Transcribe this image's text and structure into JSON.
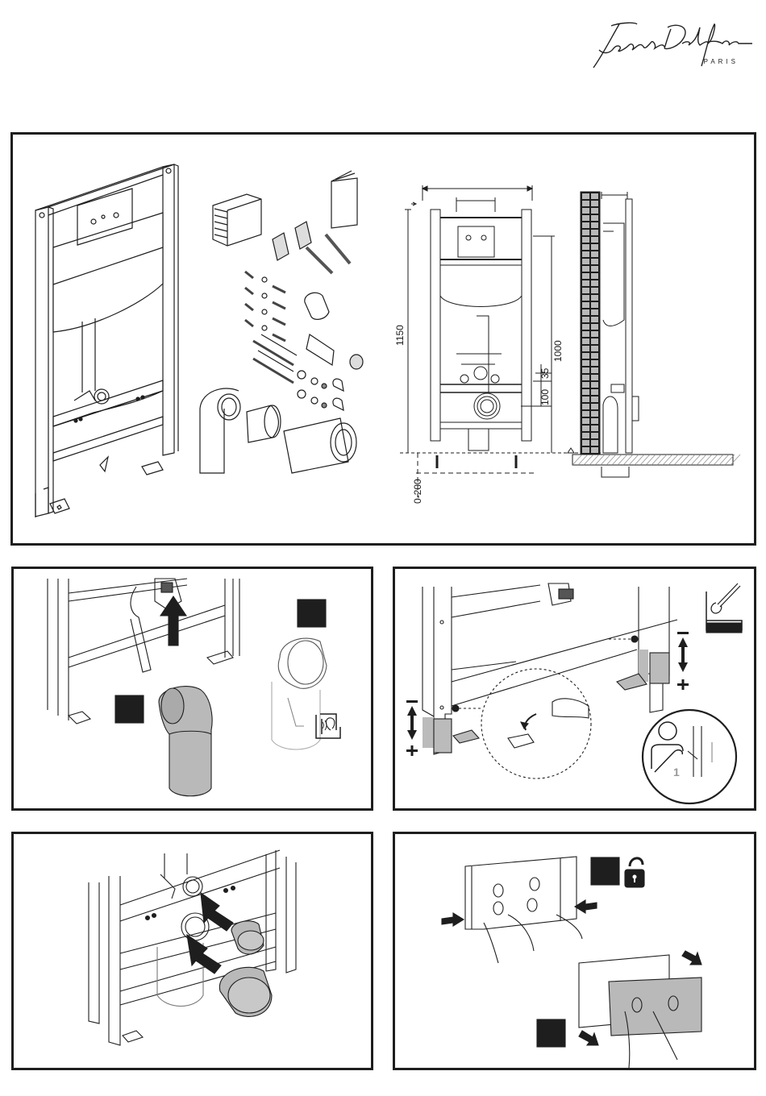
{
  "brand": {
    "name": "Jacob Delafon",
    "subtitle": "PARIS",
    "icon": "signature-logo"
  },
  "overview_panel": {
    "title": "product-overview",
    "views": [
      "frame-perspective",
      "parts-kit",
      "front-elevation",
      "side-section"
    ],
    "parts": [
      {
        "icon": "cistern-box"
      },
      {
        "icon": "manual-booklet"
      },
      {
        "icon": "wall-bracket",
        "count": 2
      },
      {
        "icon": "anchor-bolt-long",
        "count": 2
      },
      {
        "icon": "threaded-stud-short",
        "count": 4
      },
      {
        "icon": "washer",
        "count": 4
      },
      {
        "icon": "screw",
        "count": 4
      },
      {
        "icon": "connector-cap"
      },
      {
        "icon": "pipe-sleeve"
      },
      {
        "icon": "threaded-ring"
      },
      {
        "icon": "threaded-rod",
        "count": 2
      },
      {
        "icon": "pin-rod",
        "count": 2
      },
      {
        "icon": "nut-washer-cap",
        "count": 2
      },
      {
        "icon": "elbow-pipe"
      },
      {
        "icon": "reducer-collar"
      },
      {
        "icon": "outlet-pipe"
      }
    ],
    "dimensions": {
      "frame_height": "1150",
      "flush_height": "1000",
      "drain_offset_upper": "35",
      "drain_offset_lower": "100",
      "floor_adjust": "0-200"
    }
  },
  "steps": [
    {
      "id": "step-connect-elbow",
      "markers": 2,
      "icons": [
        "arrow-up-icon",
        "ear-click-icon"
      ]
    },
    {
      "id": "step-adjust-height",
      "markers": 0,
      "icons": [
        "wrench-icon",
        "minus-plus-arrow-icon",
        "installer-icon"
      ],
      "installer_count": "1",
      "minus": "−",
      "plus": "+"
    },
    {
      "id": "step-insert-caps",
      "markers": 0,
      "icons": [
        "arrow-icon"
      ]
    },
    {
      "id": "step-remove-plate",
      "markers": 2,
      "icons": [
        "unlock-icon",
        "arrow-icon"
      ]
    }
  ],
  "colors": {
    "ink": "#1e1e1e",
    "fill_gray": "#b9b9b9",
    "light_gray": "#d8d8d8"
  }
}
